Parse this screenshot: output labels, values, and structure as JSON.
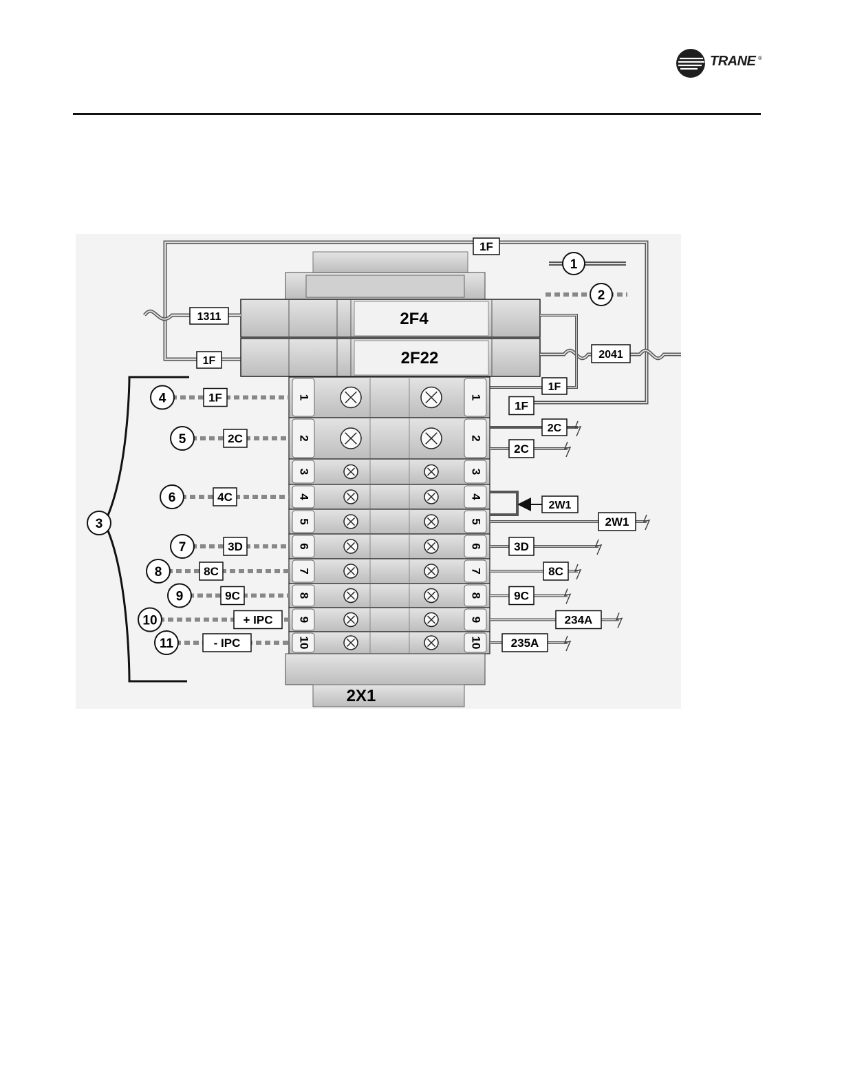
{
  "header": {
    "brand": "TRANE",
    "brand_mark": "®",
    "logo_icon": "trane-logo-icon"
  },
  "diagram": {
    "fuse_blocks": [
      "2F4",
      "2F22"
    ],
    "terminal_block": "2X1",
    "top_wire_label": "1F",
    "left_fuse_wires": [
      "1311",
      "1F"
    ],
    "right_fuse_wire": "2041",
    "legend": [
      {
        "callout": "1",
        "style": "solid"
      },
      {
        "callout": "2",
        "style": "dashed"
      }
    ],
    "bracket_callout": "3",
    "terminals": [
      {
        "num": "1",
        "left_callout": "4",
        "left_wire": "1F",
        "right_wire": "1F"
      },
      {
        "num": "2",
        "left_callout": "5",
        "left_wire": "2C",
        "right_wire": "2C"
      },
      {
        "num": "3",
        "left_callout": "",
        "left_wire": "",
        "right_wire": ""
      },
      {
        "num": "4",
        "left_callout": "6",
        "left_wire": "4C",
        "right_wire": ""
      },
      {
        "num": "5",
        "left_callout": "",
        "left_wire": "",
        "right_wire": "2W1"
      },
      {
        "num": "6",
        "left_callout": "7",
        "left_wire": "3D",
        "right_wire": "3D"
      },
      {
        "num": "7",
        "left_callout": "8",
        "left_wire": "8C",
        "right_wire": "8C"
      },
      {
        "num": "8",
        "left_callout": "9",
        "left_wire": "9C",
        "right_wire": "9C"
      },
      {
        "num": "9",
        "left_callout": "10",
        "left_wire": "+ IPC",
        "right_wire": "234A"
      },
      {
        "num": "10",
        "left_callout": "11",
        "left_wire": "- IPC",
        "right_wire": "235A"
      }
    ],
    "extra_right_labels": {
      "t1_upper": "1F",
      "t2_upper": "2C",
      "jumper": "2W1"
    }
  }
}
